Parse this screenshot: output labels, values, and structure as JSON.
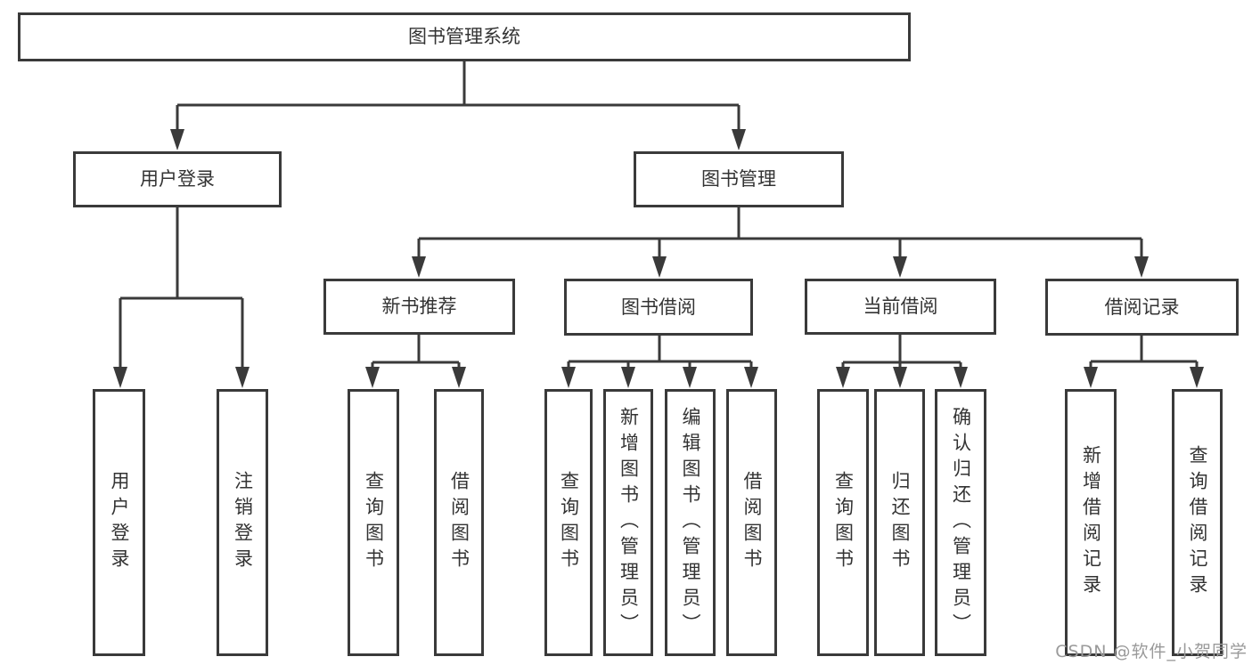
{
  "tree": {
    "root": {
      "label": "图书管理系统",
      "children": [
        {
          "label": "用户登录",
          "children": [
            {
              "label": "用户登录"
            },
            {
              "label": "注销登录"
            }
          ]
        },
        {
          "label": "图书管理",
          "children": [
            {
              "label": "新书推荐",
              "children": [
                {
                  "label": "查询图书"
                },
                {
                  "label": "借阅图书"
                }
              ]
            },
            {
              "label": "图书借阅",
              "children": [
                {
                  "label": "查询图书"
                },
                {
                  "label": "新增图书（管理员）"
                },
                {
                  "label": "编辑图书（管理员）"
                },
                {
                  "label": "借阅图书"
                }
              ]
            },
            {
              "label": "当前借阅",
              "children": [
                {
                  "label": "查询图书"
                },
                {
                  "label": "归还图书"
                },
                {
                  "label": "确认归还（管理员）"
                }
              ]
            },
            {
              "label": "借阅记录",
              "children": [
                {
                  "label": "新增借阅记录"
                },
                {
                  "label": "查询借阅记录"
                }
              ]
            }
          ]
        }
      ]
    }
  },
  "watermark": {
    "text": "CSDN @软件_小贺同学"
  },
  "colors": {
    "line": "#3a3a3a",
    "box_border": "#3a3a3a",
    "text": "#333333",
    "background": "#ffffff",
    "watermark": "#9a9a9a"
  }
}
